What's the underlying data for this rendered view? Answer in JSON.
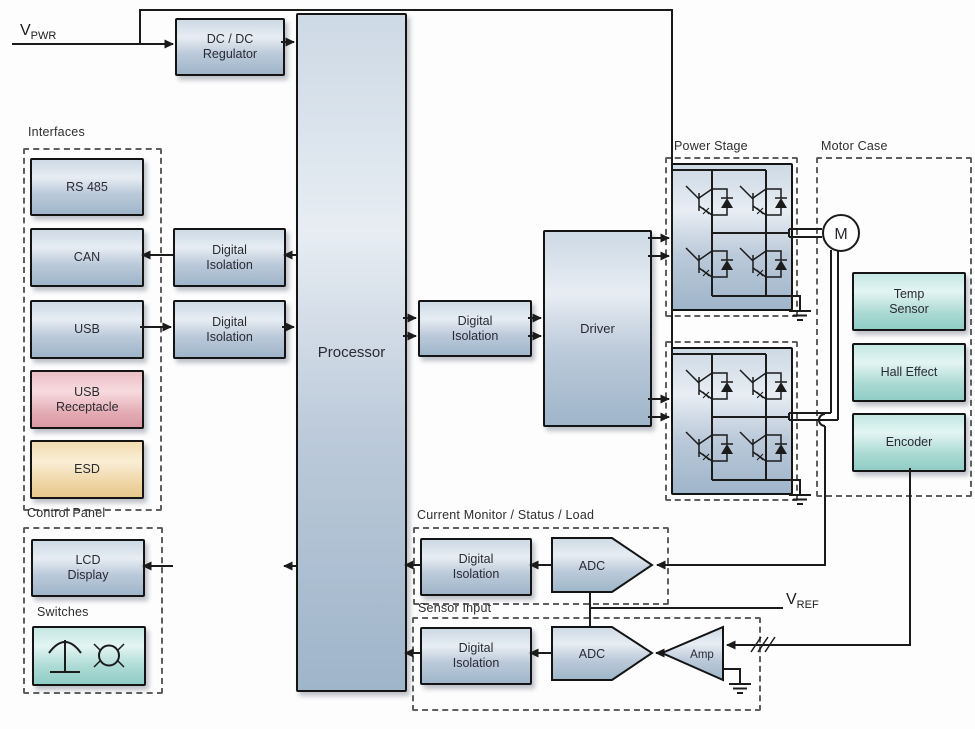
{
  "labels": {
    "digital_isolation": "Digital Isolation"
  },
  "colors": {
    "block_blue": "#9fb5ca",
    "block_teal": "#90ccc6",
    "block_pink": "#d99aa4",
    "block_tan": "#e7c88c",
    "line": "#1b1b1b",
    "dashed_border": "#5f5f5f"
  },
  "power": {
    "vpwr_base": "V",
    "vpwr_sub": "PWR",
    "dcdc": "DC / DC Regulator"
  },
  "interfaces": {
    "label": "Interfaces",
    "items": [
      {
        "label": "RS 485"
      },
      {
        "label": "CAN"
      },
      {
        "label": "USB"
      },
      {
        "label": "USB Receptacle"
      },
      {
        "label": "ESD"
      }
    ]
  },
  "core": {
    "processor": "Processor",
    "driver": "Driver"
  },
  "power_stage": {
    "label": "Power Stage"
  },
  "motor_case": {
    "label": "Motor Case",
    "motor": "M",
    "sensors": [
      {
        "label": "Temp Sensor"
      },
      {
        "label": "Hall Effect"
      },
      {
        "label": "Encoder"
      }
    ]
  },
  "current_monitor": {
    "label": "Current Monitor / Status / Load",
    "adc": "ADC"
  },
  "sensor_input": {
    "label": "Sensor Input",
    "adc": "ADC",
    "amp": "Amp"
  },
  "vref": {
    "base": "V",
    "sub": "REF"
  },
  "control_panel": {
    "label": "Control Panel",
    "lcd": "LCD Display",
    "switches_label": "Switches"
  }
}
